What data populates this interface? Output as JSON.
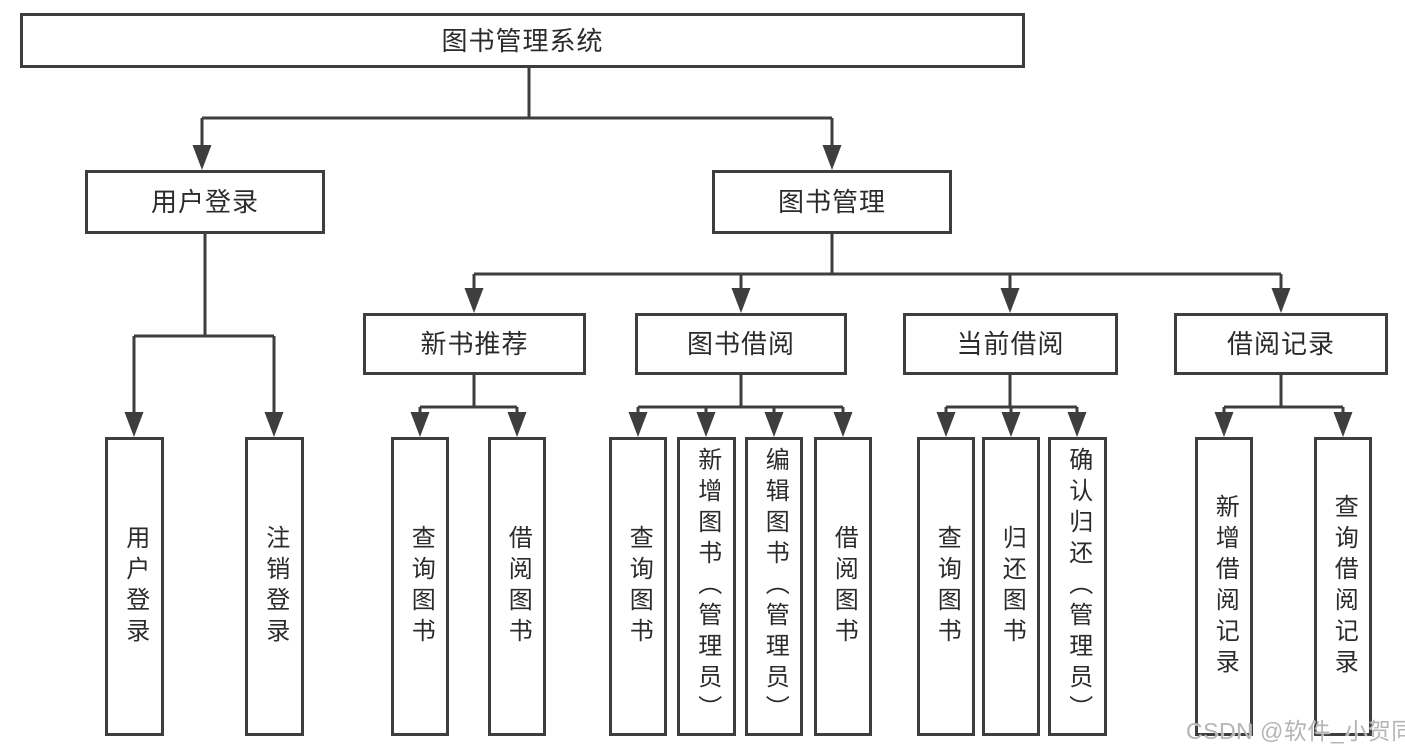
{
  "tree": {
    "root": {
      "label": "图书管理系统",
      "children": [
        {
          "label": "用户登录",
          "children": [
            {
              "label": "用户登录"
            },
            {
              "label": "注销登录"
            }
          ]
        },
        {
          "label": "图书管理",
          "children": [
            {
              "label": "新书推荐",
              "children": [
                {
                  "label": "查询图书"
                },
                {
                  "label": "借阅图书"
                }
              ]
            },
            {
              "label": "图书借阅",
              "children": [
                {
                  "label": "查询图书"
                },
                {
                  "label": "新增图书（管理员）"
                },
                {
                  "label": "编辑图书（管理员）"
                },
                {
                  "label": "借阅图书"
                }
              ]
            },
            {
              "label": "当前借阅",
              "children": [
                {
                  "label": "查询图书"
                },
                {
                  "label": "归还图书"
                },
                {
                  "label": "确认归还（管理员）"
                }
              ]
            },
            {
              "label": "借阅记录",
              "children": [
                {
                  "label": "新增借阅记录"
                },
                {
                  "label": "查询借阅记录"
                }
              ]
            }
          ]
        }
      ]
    }
  },
  "watermark": {
    "text": "CSDN @软件_小贺同学"
  },
  "colors": {
    "line": "#3e3e3e",
    "text": "#2b2b2b",
    "watermark_text": "#b5b5b5",
    "background": "#ffffff"
  }
}
